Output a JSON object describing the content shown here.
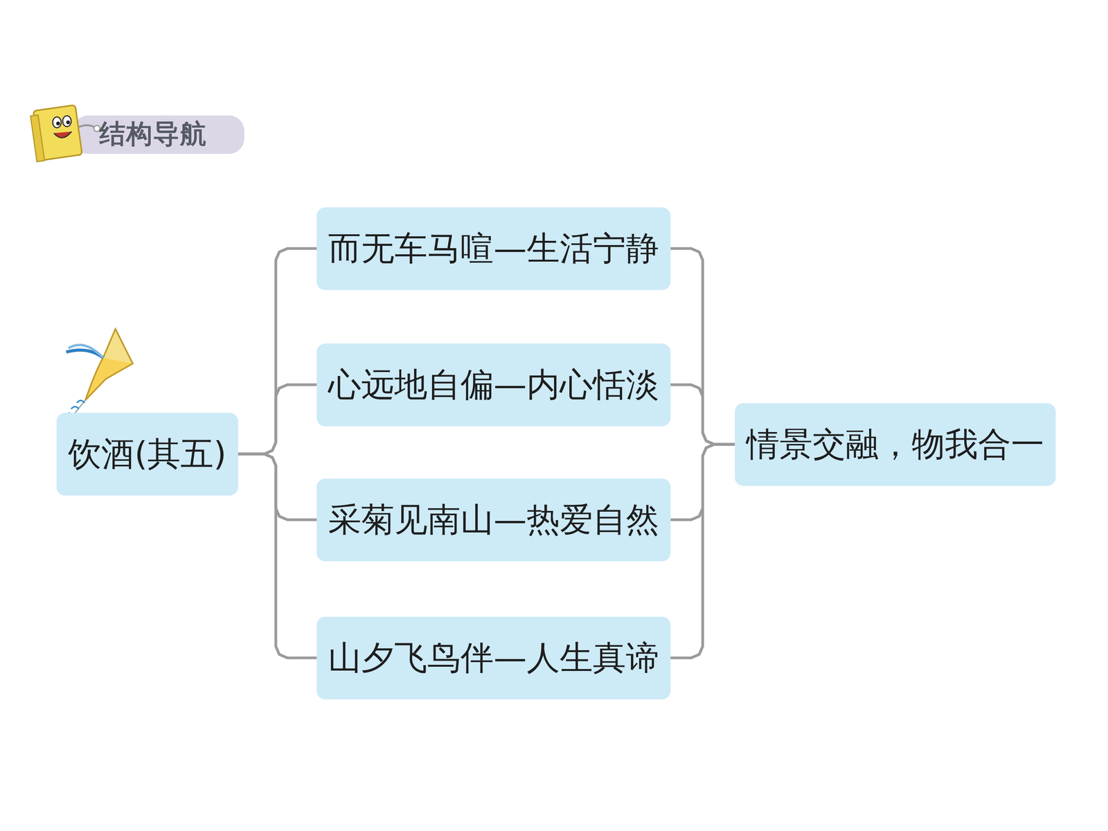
{
  "diagram": {
    "title": "结构导航",
    "nodes": [
      {
        "text": [
          "饮酒(其五)"
        ]
      },
      {
        "text": [
          "而无车马喧—生活宁静"
        ]
      },
      {
        "text": [
          "心远地自偏—内心恬淡"
        ]
      },
      {
        "text": [
          "采菊见南山—热爱自然"
        ]
      },
      {
        "text": [
          "山夕飞鸟伴—人生真谛"
        ]
      },
      {
        "text": [
          "情景交融，物我合一"
        ]
      }
    ],
    "edges": [
      {
        "from": 0,
        "to": 1,
        "arrow": "none"
      },
      {
        "from": 0,
        "to": 2,
        "arrow": "none"
      },
      {
        "from": 0,
        "to": 3,
        "arrow": "none"
      },
      {
        "from": 0,
        "to": 4,
        "arrow": "none"
      },
      {
        "from": 1,
        "to": 5,
        "arrow": "none"
      },
      {
        "from": 2,
        "to": 5,
        "arrow": "none"
      },
      {
        "from": 3,
        "to": 5,
        "arrow": "none"
      },
      {
        "from": 4,
        "to": 5,
        "arrow": "none"
      }
    ]
  }
}
